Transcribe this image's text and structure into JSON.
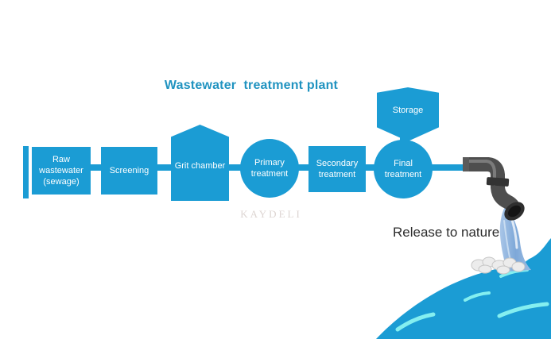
{
  "title": "Wastewater  treatment plant",
  "stages": [
    {
      "label": "Raw wastewater (sewage)",
      "shape": "rect"
    },
    {
      "label": "Screening",
      "shape": "rect"
    },
    {
      "label": "Grit chamber",
      "shape": "pentagon"
    },
    {
      "label": "Primary treatment",
      "shape": "circle"
    },
    {
      "label": "Secondary treatment",
      "shape": "rect"
    },
    {
      "label": "Final treatment",
      "shape": "circle"
    }
  ],
  "storage": {
    "label": "Storage"
  },
  "release": {
    "label": "Release to nature"
  },
  "watermark": {
    "label": "KAYDELI"
  },
  "colors": {
    "shape_blue": "#1b9cd4",
    "title_teal": "#2093c0",
    "wave_blue": "#1b9cd4",
    "pipe_gray": "#4e4e4e",
    "stream_blue": "#8fb3dc",
    "highlight_cyan": "#84eff0",
    "label_text": "#ffffff",
    "release_text": "#2c2c2c",
    "watermark_gray": "#ddd5d2"
  }
}
